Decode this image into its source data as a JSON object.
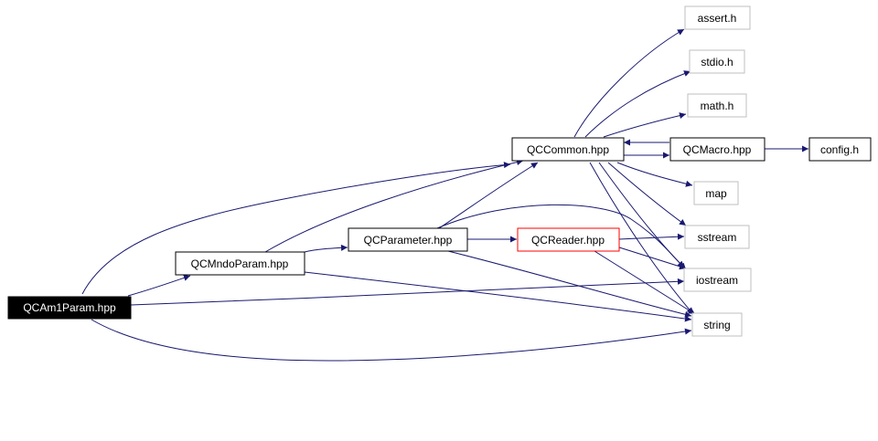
{
  "colors": {
    "edge": "#191970",
    "node_border": "#000000",
    "external_border": "#bfbfbf",
    "incomplete_border": "#ff0000",
    "focus_fill": "#000000",
    "focus_text": "#ffffff"
  },
  "nodes": {
    "qcam1param": "QCAm1Param.hpp",
    "qcmndoparam": "QCMndoParam.hpp",
    "qcparameter": "QCParameter.hpp",
    "qcreader": "QCReader.hpp",
    "qccommon": "QCCommon.hpp",
    "qcmacro": "QCMacro.hpp",
    "config": "config.h",
    "assert": "assert.h",
    "stdio": "stdio.h",
    "math": "math.h",
    "map": "map",
    "sstream": "sstream",
    "iostream": "iostream",
    "string": "string"
  },
  "edges": [
    [
      "qcam1param",
      "qccommon"
    ],
    [
      "qcam1param",
      "qcmndoparam"
    ],
    [
      "qcam1param",
      "iostream"
    ],
    [
      "qcam1param",
      "string"
    ],
    [
      "qcmndoparam",
      "qccommon"
    ],
    [
      "qcmndoparam",
      "qcparameter"
    ],
    [
      "qcmndoparam",
      "string"
    ],
    [
      "qcparameter",
      "qccommon"
    ],
    [
      "qcparameter",
      "qcreader"
    ],
    [
      "qcparameter",
      "iostream"
    ],
    [
      "qcparameter",
      "string"
    ],
    [
      "qcreader",
      "sstream"
    ],
    [
      "qcreader",
      "iostream"
    ],
    [
      "qcreader",
      "string"
    ],
    [
      "qccommon",
      "assert"
    ],
    [
      "qccommon",
      "stdio"
    ],
    [
      "qccommon",
      "math"
    ],
    [
      "qccommon",
      "qcmacro"
    ],
    [
      "qccommon",
      "map"
    ],
    [
      "qccommon",
      "sstream"
    ],
    [
      "qccommon",
      "iostream"
    ],
    [
      "qccommon",
      "string"
    ],
    [
      "qcmacro",
      "qccommon"
    ],
    [
      "qcmacro",
      "config"
    ]
  ]
}
